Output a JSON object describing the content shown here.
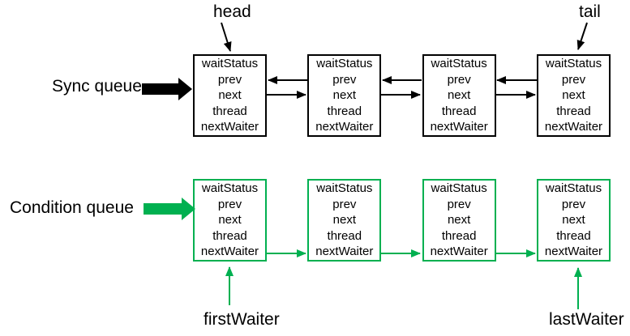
{
  "diagram": {
    "sync_queue": {
      "label": "Sync queue",
      "head_label": "head",
      "tail_label": "tail",
      "nodes": [
        {
          "fields": [
            "waitStatus",
            "prev",
            "next",
            "thread",
            "nextWaiter"
          ]
        },
        {
          "fields": [
            "waitStatus",
            "prev",
            "next",
            "thread",
            "nextWaiter"
          ]
        },
        {
          "fields": [
            "waitStatus",
            "prev",
            "next",
            "thread",
            "nextWaiter"
          ]
        },
        {
          "fields": [
            "waitStatus",
            "prev",
            "next",
            "thread",
            "nextWaiter"
          ]
        }
      ]
    },
    "condition_queue": {
      "label": "Condition queue",
      "first_waiter_label": "firstWaiter",
      "last_waiter_label": "lastWaiter",
      "nodes": [
        {
          "fields": [
            "waitStatus",
            "prev",
            "next",
            "thread",
            "nextWaiter"
          ]
        },
        {
          "fields": [
            "waitStatus",
            "prev",
            "next",
            "thread",
            "nextWaiter"
          ]
        },
        {
          "fields": [
            "waitStatus",
            "prev",
            "next",
            "thread",
            "nextWaiter"
          ]
        },
        {
          "fields": [
            "waitStatus",
            "prev",
            "next",
            "thread",
            "nextWaiter"
          ]
        }
      ]
    },
    "colors": {
      "sync_accent": "#000000",
      "condition_accent": "#00B050",
      "text": "#000000"
    }
  }
}
